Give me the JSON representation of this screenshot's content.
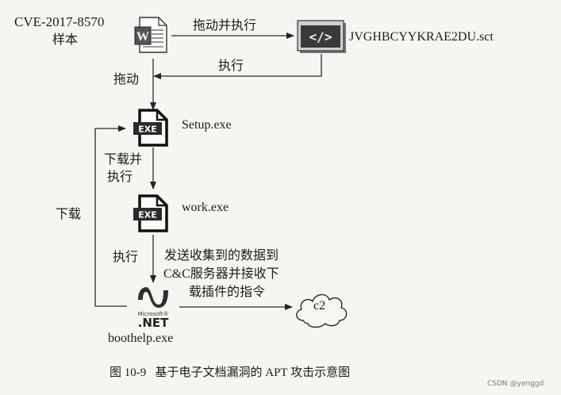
{
  "sample": {
    "line1": "CVE-2017-8570",
    "line2": "样本"
  },
  "script_file": "JVGHBCYYKRAE2DU.sct",
  "edges": {
    "drag_execute": "拖动并执行",
    "execute_back": "执行",
    "drag": "拖动",
    "download_execute_1": "下载并",
    "download_execute_2": "执行",
    "download": "下载",
    "execute": "执行",
    "report_1": "发送收集到的数据到",
    "report_2": "C&C服务器并接收下",
    "report_3": "载插件的指令"
  },
  "nodes": {
    "setup": {
      "badge": "EXE",
      "label": "Setup.exe"
    },
    "work": {
      "badge": "EXE",
      "label": "work.exe"
    },
    "boot": {
      "brand": "Microsoft®",
      "badge": ".NET",
      "label": "boothelp.exe"
    },
    "c2": {
      "label": "c2"
    },
    "word_icon_letter": "W",
    "script_icon_glyph": "</>"
  },
  "caption": "图 10-9   基于电子文档漏洞的 APT 攻击示意图",
  "watermark": "CSDN @yenggd",
  "icons": [
    "word-document-icon",
    "script-file-icon",
    "exe-file-icon",
    "dotnet-icon",
    "cloud-icon"
  ]
}
